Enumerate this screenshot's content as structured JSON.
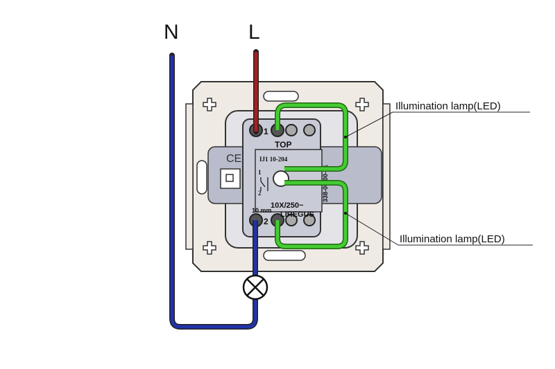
{
  "terminals": {
    "neutral": "N",
    "live": "L"
  },
  "callouts": [
    {
      "text": "Illumination lamp(LED)"
    },
    {
      "text": "Illumination lamp(LED)"
    }
  ],
  "switch": {
    "top_label": "TOP",
    "model": "IJ1 10-204",
    "rating": "10X/250~",
    "brand": "LIREGUS",
    "strip_length": "10 mm",
    "terminal_1": "1",
    "terminal_2": "2",
    "schematic_1": "1",
    "schematic_2": "2",
    "part_code": "338-00-00-01"
  },
  "colors": {
    "neutral_wire": "#2233aa",
    "live_wire": "#aa1f1f",
    "led_wire": "#33bb22",
    "frame": "#efebe4",
    "body": "#c9cbd6"
  }
}
